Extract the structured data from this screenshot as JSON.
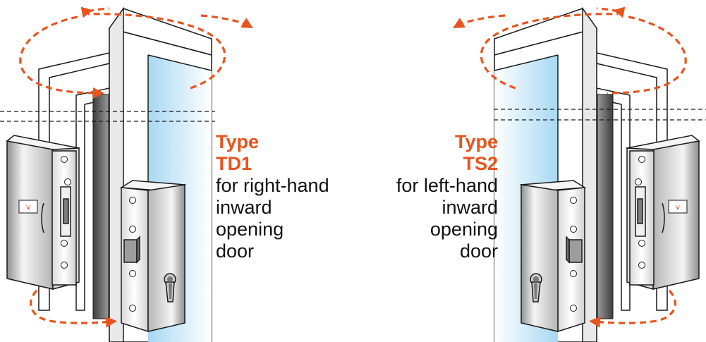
{
  "colors": {
    "accent": "#e8541e",
    "outline": "#1a1a1a",
    "glass": "#bfe3f7",
    "metal_light": "#f2f2f2",
    "metal_dark": "#a9a9a9",
    "frame_shadow": "#5a5a5a"
  },
  "left_panel": {
    "type_word": "Type",
    "type_code": "TD1",
    "lines": [
      "for right-hand",
      "inward",
      "opening",
      "door"
    ]
  },
  "right_panel": {
    "type_word": "Type",
    "type_code": "TS2",
    "lines": [
      "for left-hand",
      "inward",
      "opening",
      "door"
    ]
  },
  "icons": [
    "rotation-arrow-icon",
    "door-strike-icon",
    "lock-body-icon",
    "keyhole-icon",
    "screw-icon",
    "logo-badge-icon"
  ]
}
